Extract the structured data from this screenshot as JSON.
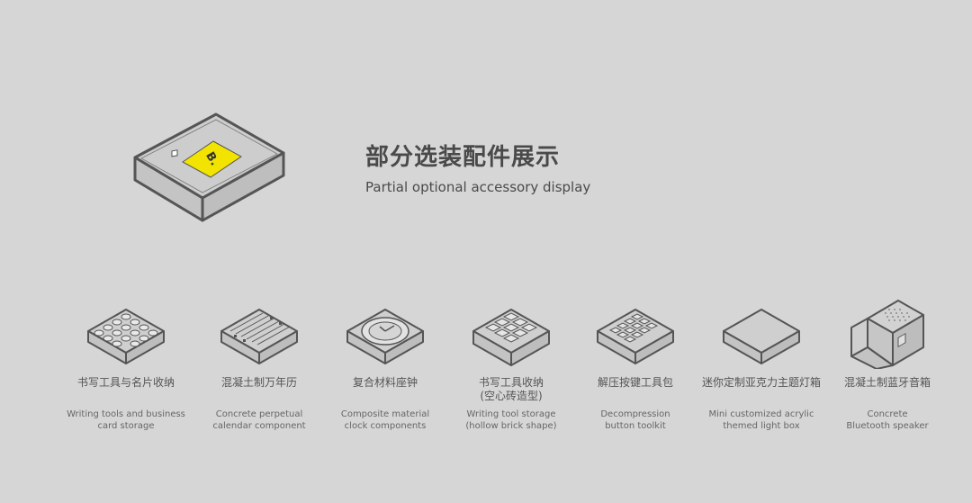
{
  "header": {
    "title_cn": "部分选装配件展示",
    "title_en": "Partial optional accessory display",
    "logo_text": "B."
  },
  "accessories": [
    {
      "label_cn": "书写工具与名片收纳",
      "label_en": "Writing tools and business\ncard storage",
      "icon": "honeycomb-tray-icon"
    },
    {
      "label_cn": "混凝土制万年历",
      "label_en": "Concrete perpetual\ncalendar component",
      "icon": "calendar-block-icon"
    },
    {
      "label_cn": "复合材料座钟",
      "label_en": "Composite material\nclock components",
      "icon": "clock-icon"
    },
    {
      "label_cn": "书写工具收纳\n(空心砖造型)",
      "label_en": "Writing tool storage\n(hollow brick shape)",
      "icon": "hollow-brick-icon"
    },
    {
      "label_cn": "解压按键工具包",
      "label_en": "Decompression\nbutton toolkit",
      "icon": "keypad-icon"
    },
    {
      "label_cn": "迷你定制亚克力主题灯箱",
      "label_en": "Mini customized acrylic\nthemed light box",
      "icon": "light-box-icon"
    },
    {
      "label_cn": "混凝土制蓝牙音箱",
      "label_en": "Concrete\nBluetooth speaker",
      "icon": "speaker-icon"
    }
  ],
  "colors": {
    "background": "#d6d6d6",
    "accent_yellow": "#f2e300",
    "stroke": "#555555",
    "fill_light": "#cfcfcf"
  }
}
